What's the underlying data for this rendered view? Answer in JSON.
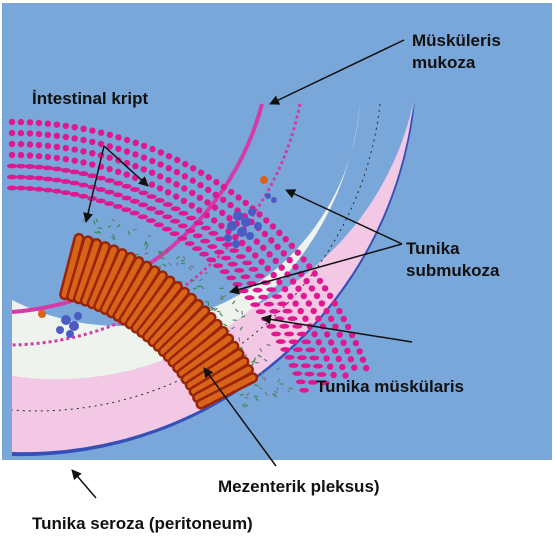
{
  "labels": {
    "muskularis_mukoza": [
      "Müsküleris",
      "mukoza"
    ],
    "intestinal_kript": "İntestinal kript",
    "tunika_submukoza": [
      "Tunika",
      "submukoza"
    ],
    "tunika_muskularis": "Tunika müskülaris",
    "mezenterik_pleksus": "Mezenterik pleksus)",
    "tunika_seroza": "Tunika seroza (peritoneum)"
  },
  "colors": {
    "background": "#7aa7d9",
    "serosa": "#3550b8",
    "muscularis": "#f2c8e4",
    "muscle_dots": "#e0188f",
    "submucosa": "#eef3ee",
    "mucosa_border": "#d43aa8",
    "crypt_fill": "#d8641a",
    "crypt_stroke": "#9a2408",
    "vessel": "#4a5cc4"
  },
  "icons": [
    "arrow-icon"
  ]
}
